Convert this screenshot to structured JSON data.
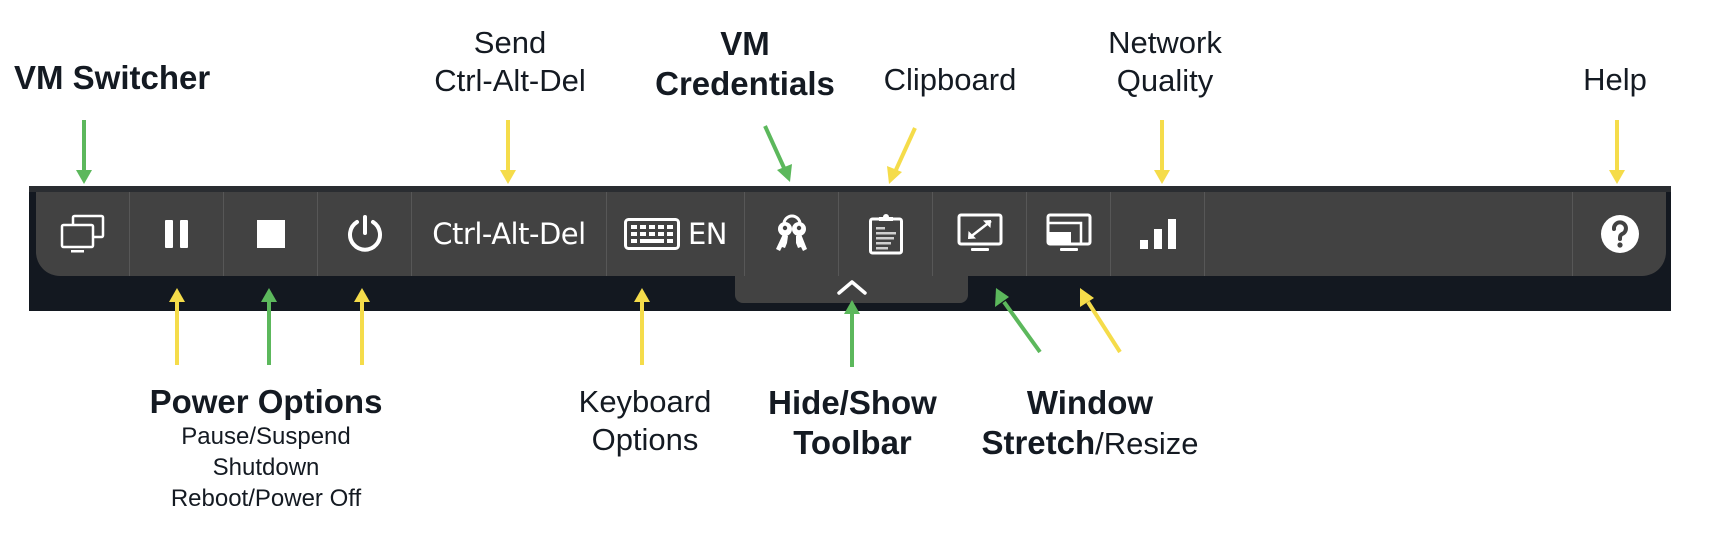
{
  "toolbar": {
    "buttons": [
      {
        "id": "vm-switcher",
        "icon": "monitors-icon"
      },
      {
        "id": "pause",
        "icon": "pause-icon"
      },
      {
        "id": "stop",
        "icon": "stop-icon"
      },
      {
        "id": "power",
        "icon": "power-icon"
      },
      {
        "id": "ctrl-alt-del",
        "label": "Ctrl-Alt-Del"
      },
      {
        "id": "keyboard",
        "icon": "keyboard-icon",
        "label": "EN"
      },
      {
        "id": "credentials",
        "icon": "keys-icon"
      },
      {
        "id": "clipboard",
        "icon": "clipboard-icon"
      },
      {
        "id": "stretch",
        "icon": "stretch-monitor-icon"
      },
      {
        "id": "resize",
        "icon": "resize-monitor-icon"
      },
      {
        "id": "network",
        "icon": "signal-bars-icon"
      },
      {
        "id": "help",
        "icon": "help-icon"
      }
    ],
    "toggle_icon": "chevron-up-icon"
  },
  "labels": {
    "vm_switcher": "VM Switcher",
    "send_cad_1": "Send",
    "send_cad_2": "Ctrl-Alt-Del",
    "vm_credentials_1": "VM",
    "vm_credentials_2": "Credentials",
    "clipboard": "Clipboard",
    "network_1": "Network",
    "network_2": "Quality",
    "help": "Help",
    "power_title": "Power Options",
    "power_sub_1": "Pause/Suspend",
    "power_sub_2": "Shutdown",
    "power_sub_3": "Reboot/Power Off",
    "keyboard_1": "Keyboard",
    "keyboard_2": "Options",
    "hideshow_1": "Hide/Show",
    "hideshow_2": "Toolbar",
    "window_1": "Window",
    "window_2_bold": "Stretch",
    "window_2_light": "/Resize"
  },
  "colors": {
    "toolbar_bg": "#424242",
    "frame_bg": "#131820",
    "arrow_green": "#5cb85c",
    "arrow_yellow": "#f5dc4a",
    "icon": "#ffffff"
  }
}
